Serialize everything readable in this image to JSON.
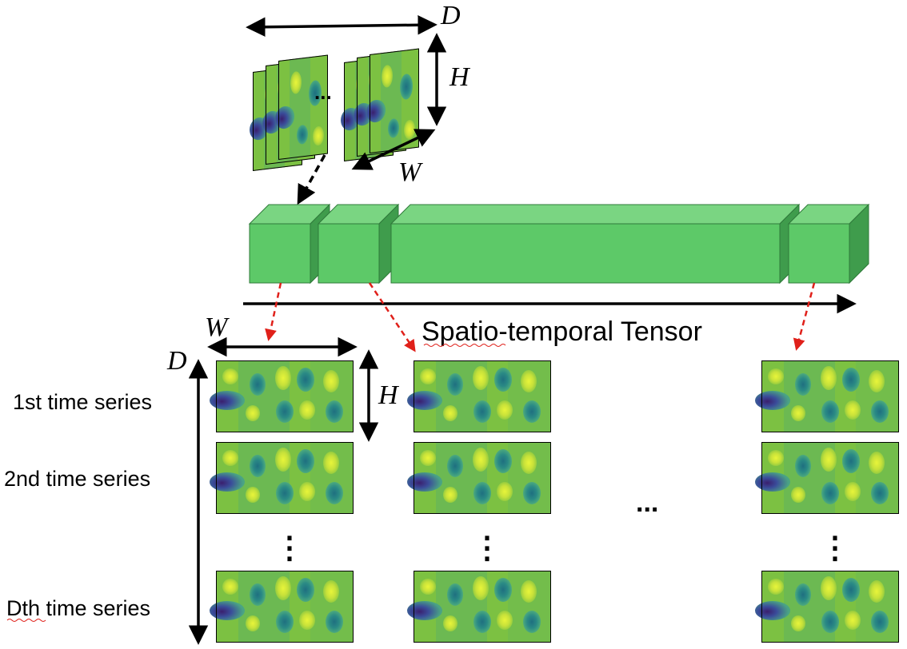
{
  "top_stack": {
    "depth_label": "D",
    "height_label": "H",
    "width_label": "W",
    "ellipsis": "..."
  },
  "tensor": {
    "axis_label": "Spatio-temporal Tensor",
    "block_color": "#5dc968",
    "block_top_color": "#7ad582",
    "block_side_color": "#3f9c4c"
  },
  "grid": {
    "width_label": "W",
    "height_label": "H",
    "depth_label": "D",
    "row_labels": [
      "1st time series",
      "2nd time series",
      "Dth time series"
    ],
    "column_ellipsis": "...",
    "row_ellipsis": "⋮"
  },
  "colors": {
    "red_arrow": "#e0201a",
    "black": "#000000",
    "field_green": "#7cc142"
  }
}
